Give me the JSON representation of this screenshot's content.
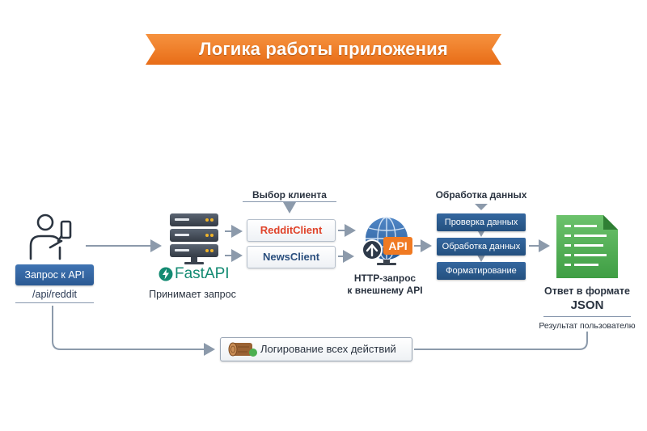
{
  "title": "Логика работы приложения",
  "request": {
    "button_label": "Запрос к API",
    "endpoint": "/api/reddit"
  },
  "server": {
    "brand": "FastAPI",
    "caption": "Принимает запрос"
  },
  "client_selection": {
    "heading": "Выбор клиента",
    "reddit_client": "RedditClient",
    "news_client": "NewsClient"
  },
  "http": {
    "badge": "API",
    "caption_line1": "HTTP-запрос",
    "caption_line2": "к внешнему API"
  },
  "processing": {
    "heading": "Обработка данных",
    "steps": [
      "Проверка данных",
      "Обработка данных",
      "Форматирование"
    ]
  },
  "response": {
    "caption_line1": "Ответ в формате",
    "caption_line2": "JSON",
    "subcaption": "Результат пользователю"
  },
  "logging": {
    "label": "Логирование всех действий"
  },
  "colors": {
    "ribbon": "#f07a22",
    "primary_blue": "#2b5a93",
    "reddit_red": "#e0432a",
    "fastapi_green": "#138a72",
    "doc_green": "#5cb85c",
    "arrow": "#8c9aab"
  },
  "icons": [
    "user-phone-icon",
    "server-icon",
    "fastapi-logo-icon",
    "globe-icon",
    "document-icon",
    "log-wood-icon"
  ]
}
